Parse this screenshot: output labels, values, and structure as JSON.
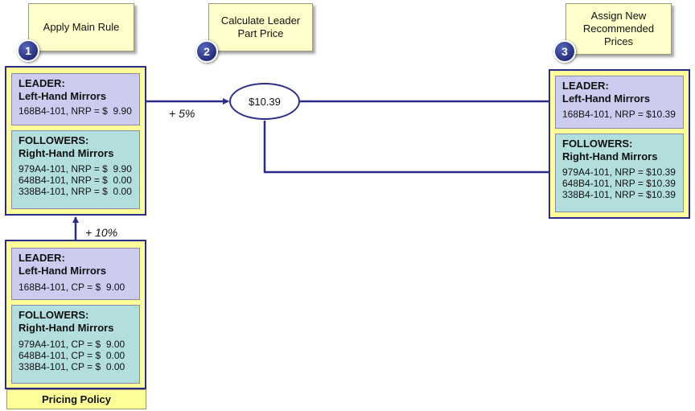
{
  "steps": [
    {
      "number": "1",
      "note": "Apply Main Rule"
    },
    {
      "number": "2",
      "note": "Calculate Leader Part Price"
    },
    {
      "number": "3",
      "note": "Assign New Recommended Prices"
    }
  ],
  "middle_group": {
    "leader": {
      "heading": "LEADER:",
      "subheading": "Left-Hand  Mirrors",
      "lines": [
        "168B4-101, NRP = $  9.90"
      ]
    },
    "followers": {
      "heading": "FOLLOWERS:",
      "subheading": "Right-Hand  Mirrors",
      "lines": [
        "979A4-101, NRP = $  9.90",
        "648B4-101, NRP = $  0.00",
        "338B4-101, NRP = $  0.00"
      ]
    }
  },
  "bottom_group": {
    "leader": {
      "heading": "LEADER:",
      "subheading": "Left-Hand  Mirrors",
      "lines": [
        "168B4-101, CP = $  9.00"
      ]
    },
    "followers": {
      "heading": "FOLLOWERS:",
      "subheading": "Right-Hand  Mirrors",
      "lines": [
        "979A4-101, CP = $  9.00",
        "648B4-101, CP = $  0.00",
        "338B4-101, CP = $  0.00"
      ]
    },
    "label": "Pricing Policy"
  },
  "right_group": {
    "leader": {
      "heading": "LEADER:",
      "subheading": "Left-Hand  Mirrors",
      "lines": [
        "168B4-101, NRP = $10.39"
      ]
    },
    "followers": {
      "heading": "FOLLOWERS:",
      "subheading": "Right-Hand  Mirrors",
      "lines": [
        "979A4-101, NRP = $10.39",
        "648B4-101, NRP = $10.39",
        "338B4-101, NRP = $10.39"
      ]
    }
  },
  "leader_price": "$10.39",
  "increase_up": "+ 10%",
  "increase_right": "+ 5%",
  "colors": {
    "accent": "#2b2b8a",
    "group_fill": "#ffff99",
    "leader_fill": "#ccccf0",
    "follower_fill": "#b3dede",
    "note_fill": "#ffffcc"
  }
}
